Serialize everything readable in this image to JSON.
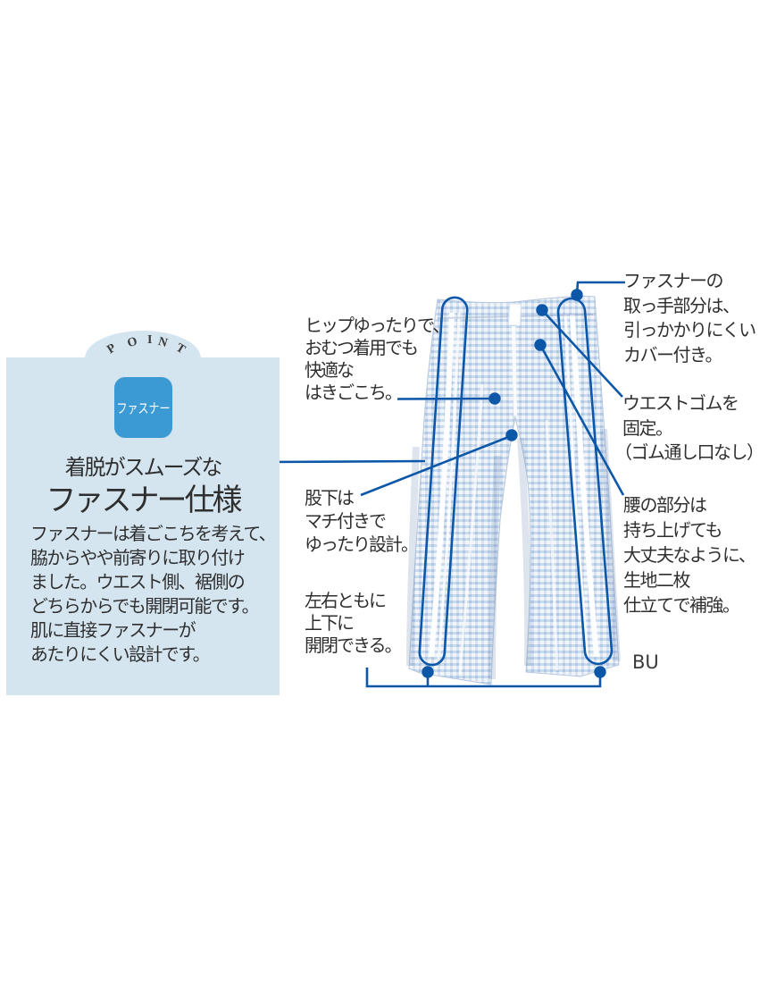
{
  "colors": {
    "annotation_blue": "#0d57a8",
    "box_bg": "#d5e5f0",
    "badge_blue": "#3b99d4",
    "badge_text": "#ffffff",
    "text_dark": "#2f2f2f",
    "fabric_base": "#f1f5fa",
    "fabric_check": "#cbdbee",
    "fabric_check_dark": "#b0c7e4"
  },
  "point_box": {
    "tab_letters": [
      "P",
      "O",
      "I",
      "N",
      "T"
    ],
    "badge_label": "ファスナー",
    "subtitle": "着脱がスムーズな",
    "title": "ファスナー仕様",
    "body_lines": [
      "ファスナーは着ごこちを考えて、",
      "脇からやや前寄りに取り付け",
      "ました。ウエスト側、裾側の",
      "どちらからでも開閉可能です。",
      "肌に直接ファスナーが",
      "あたりにくい設計です。"
    ]
  },
  "annotations": {
    "hip": {
      "lines": [
        "ヒップゆったりで、",
        "おむつ着用でも",
        "快適な",
        "はきごこち。"
      ]
    },
    "inseam": {
      "lines": [
        "股下は",
        "マチ付きで",
        "ゆったり設計。"
      ]
    },
    "open_both_sides": {
      "lines": [
        "左右ともに",
        "上下に",
        "開閉できる。"
      ]
    },
    "fastener_handle": {
      "lines": [
        "ファスナーの",
        "取っ手部分は、",
        "引っかかりにくい",
        "カバー付き。"
      ]
    },
    "waist_elastic": {
      "lines": [
        "ウエストゴムを",
        "固定。",
        "（ゴム通し口なし）"
      ]
    },
    "waist_reinforce": {
      "lines": [
        "腰の部分は",
        "持ち上げても",
        "大丈夫なように、",
        "生地二枚",
        "仕立てで補強。"
      ]
    },
    "photo_credit": "BU"
  }
}
